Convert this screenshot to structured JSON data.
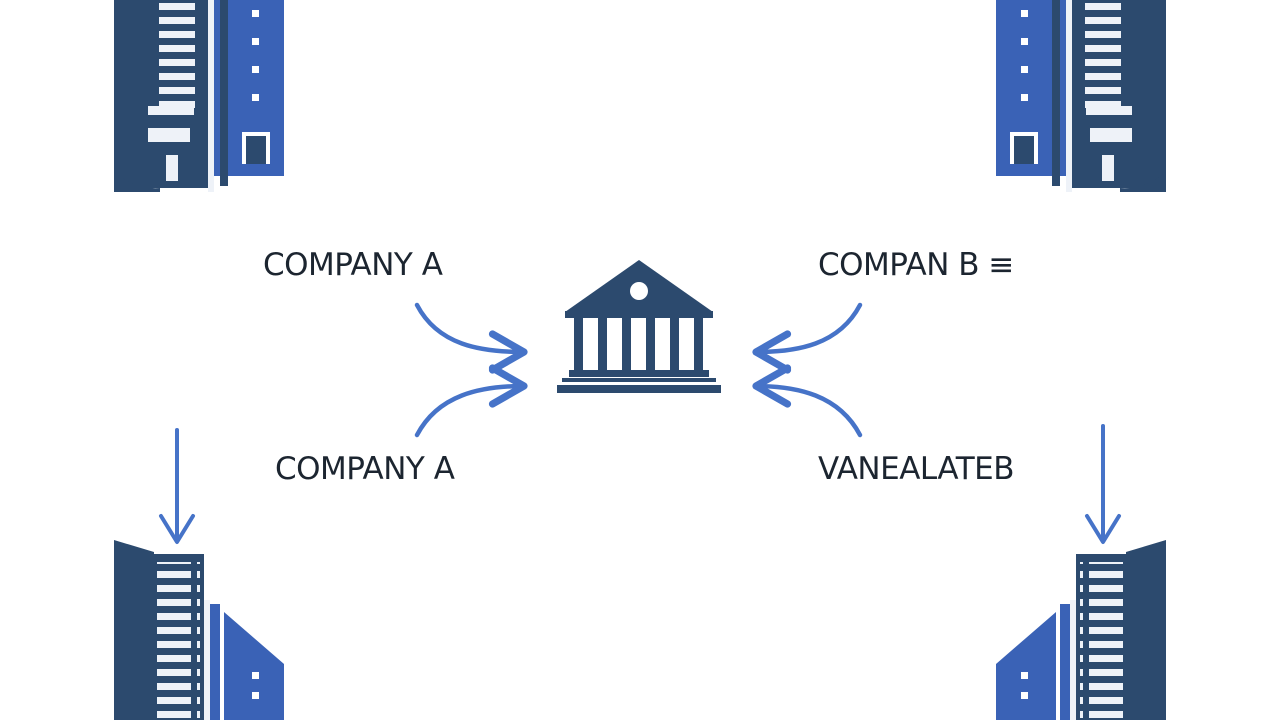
{
  "labels": {
    "top_left": "COMPANY A",
    "bottom_left": "COMPANY A",
    "top_right": "COMPAN  B ≡",
    "bottom_right": "VANEALATEB"
  },
  "icons": {
    "center": "bank-icon",
    "corners": "office-building-icon",
    "arrows": "curved-arrow-icon"
  },
  "colors": {
    "dark_navy": "#2c4a6e",
    "blue": "#3a62b6",
    "arrow_blue": "#4673c8",
    "text": "#1c2530",
    "background": "#ffffff"
  }
}
